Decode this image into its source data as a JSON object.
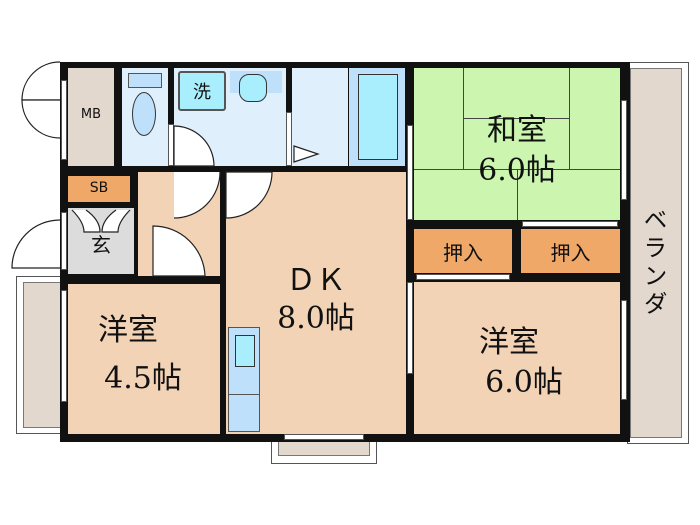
{
  "floorplan": {
    "colors": {
      "wall": "#111111",
      "western_room": "#f3d3b6",
      "japanese_room": "#ccf6b0",
      "wet_area": "#dff0fc",
      "fixture": "#a8eefc",
      "closet": "#f0a868",
      "storage": "#e3d8ce",
      "entrance": "#dcdcdc",
      "veranda": "#e3d8ce"
    },
    "rooms": {
      "mb": {
        "label": "MB"
      },
      "sb": {
        "label": "SB"
      },
      "genkan": {
        "label": "玄"
      },
      "washer": {
        "label": "洗"
      },
      "washitsu": {
        "name": "和室",
        "size": "6.0帖"
      },
      "dk": {
        "name": "ＤＫ",
        "size": "8.0帖"
      },
      "youshitsu_small": {
        "name": "洋室",
        "size": "4.5帖"
      },
      "youshitsu_large": {
        "name": "洋室",
        "size": "6.0帖"
      },
      "oshiire_1": {
        "label": "押入"
      },
      "oshiire_2": {
        "label": "押入"
      },
      "veranda": {
        "label": "ベランダ"
      }
    }
  }
}
